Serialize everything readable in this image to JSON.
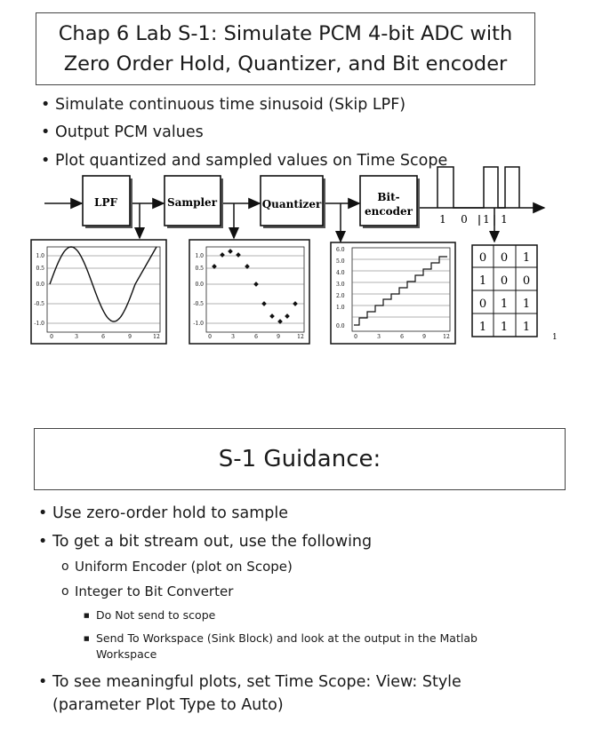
{
  "slide1": {
    "title_line1": "Chap 6 Lab S-1: Simulate PCM 4-bit ADC with",
    "title_line2": "Zero Order Hold, Quantizer, and Bit encoder",
    "bullets": [
      "Simulate continuous time sinusoid (Skip LPF)",
      "Output PCM values",
      "Plot quantized and sampled values on Time Scope"
    ]
  },
  "diagram": {
    "blocks": [
      "LPF",
      "Sampler",
      "Quantizer",
      "Bit-",
      "encoder"
    ],
    "bit_stream": [
      "1",
      "0",
      "1",
      "1"
    ],
    "y_ticks_a": [
      "1.0",
      "0.5",
      "0.0",
      "-0.5",
      "-1.0"
    ],
    "y_ticks_c": [
      "6.0",
      "5.0",
      "4.0",
      "3.0",
      "2.0",
      "1.0",
      "0.0"
    ],
    "x_ticks": [
      "0",
      "3",
      "6",
      "9",
      "12"
    ],
    "table": [
      [
        "0",
        "0",
        "1"
      ],
      [
        "1",
        "0",
        "0"
      ],
      [
        "0",
        "1",
        "1"
      ],
      [
        "1",
        "1",
        "1"
      ]
    ],
    "stray_mark": "1"
  },
  "slide2": {
    "title": "S-1 Guidance:",
    "bullet1": "Use zero-order hold to sample",
    "bullet2": "To get a bit stream out, use the following",
    "sub1": "Uniform Encoder (plot on Scope)",
    "sub2": "Integer to Bit Converter",
    "subsub1": "Do Not send to scope",
    "subsub2_line1": "Send To Workspace (Sink Block) and look at the output in the Matlab",
    "subsub2_line2": "Workspace",
    "bullet3_line1": "To see meaningful plots, set Time Scope: View: Style",
    "bullet3_line2": "(parameter Plot Type to Auto)"
  }
}
